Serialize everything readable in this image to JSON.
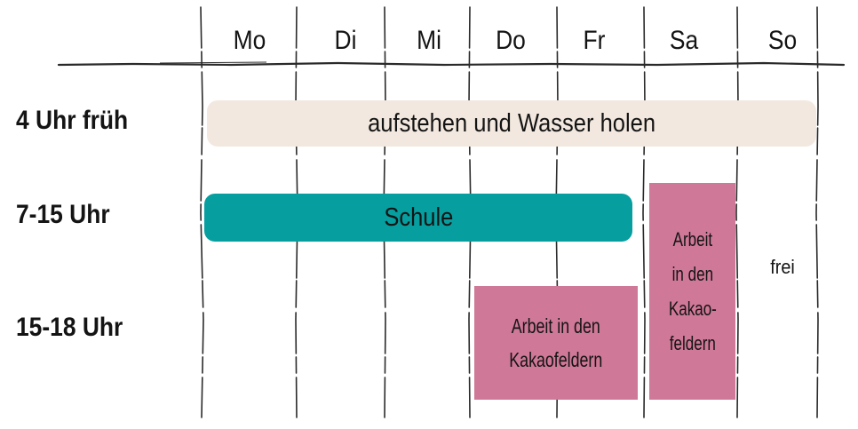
{
  "days": [
    "Mo",
    "Di",
    "Mi",
    "Do",
    "Fr",
    "Sa",
    "So"
  ],
  "times": [
    "4 Uhr früh",
    "7-15 Uhr",
    "15-18 Uhr"
  ],
  "blocks": {
    "morning": "aufstehen und Wasser holen",
    "school": "Schule",
    "work_thursday_friday": [
      "Arbeit in den",
      "Kakaofeldern"
    ],
    "work_saturday": [
      "Arbeit",
      "in den",
      "Kakao-",
      "feldern"
    ],
    "sunday": "frei"
  },
  "colors": {
    "morning": "#f2e8df",
    "school": "#079e9f",
    "work": "#cf7897",
    "lines": "#2a2a2a"
  }
}
